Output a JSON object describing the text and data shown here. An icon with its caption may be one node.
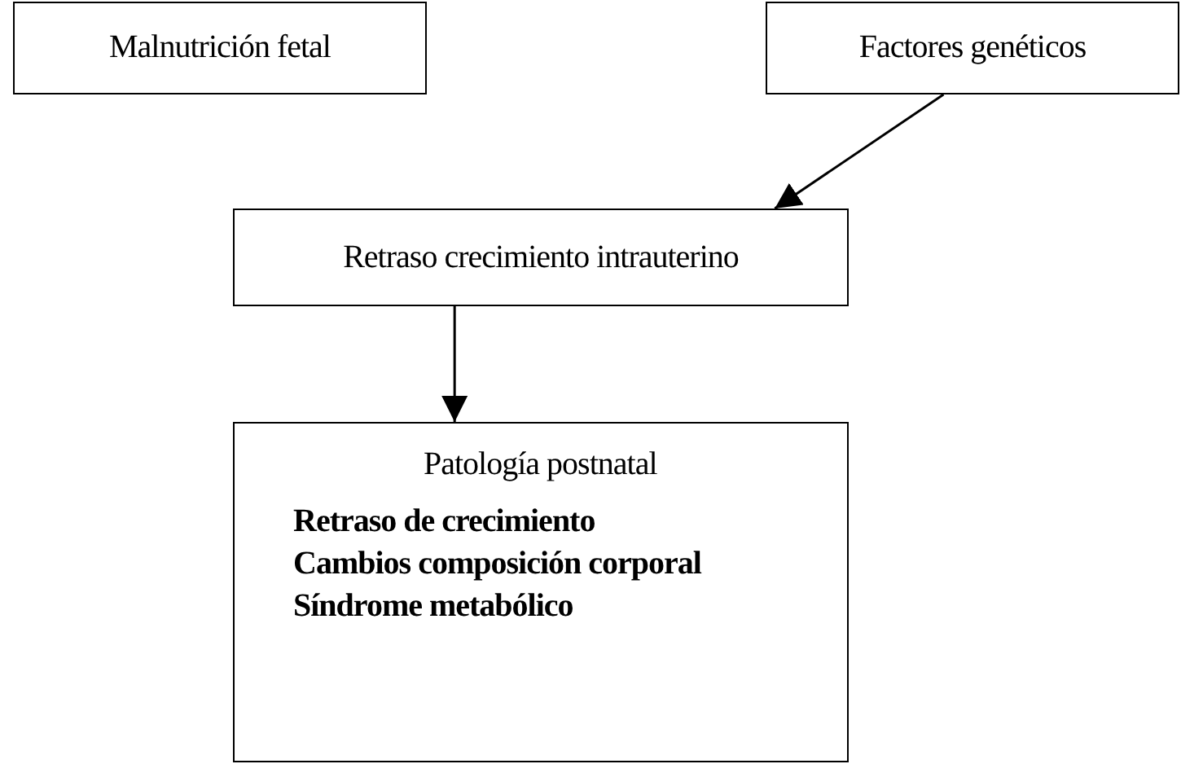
{
  "diagram": {
    "nodes": [
      {
        "text": [
          "Malnutrición fetal"
        ]
      },
      {
        "text": [
          "Factores genéticos"
        ]
      },
      {
        "text": [
          "Retraso crecimiento intrauterino"
        ]
      },
      {
        "text": [
          "Patología postnatal",
          "Retraso de crecimiento",
          "Cambios composición corporal",
          "Síndrome metabólico"
        ]
      }
    ],
    "edges": [
      {
        "from": 1,
        "to": 2,
        "arrow": "to"
      },
      {
        "from": 2,
        "to": 3,
        "arrow": "to"
      }
    ]
  }
}
